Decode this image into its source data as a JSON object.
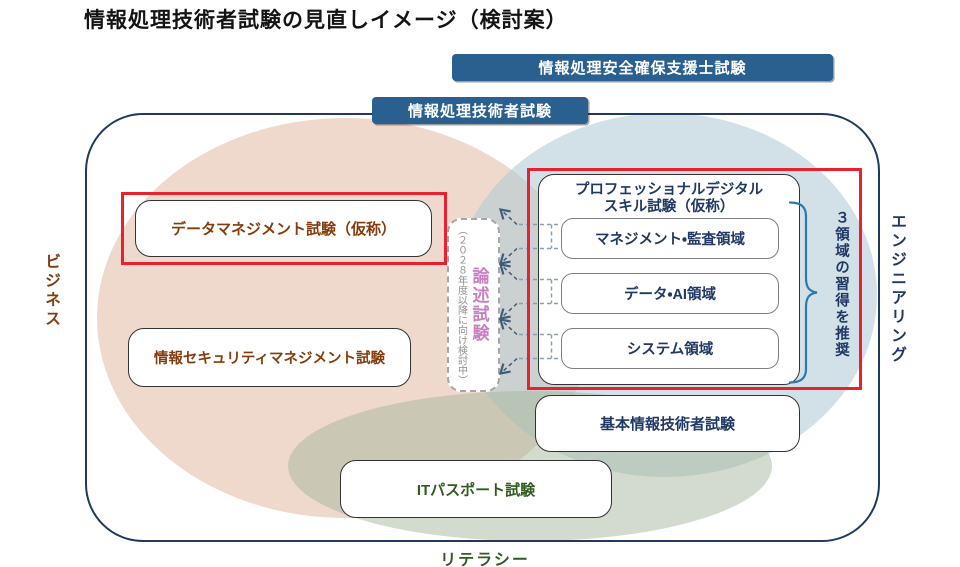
{
  "title": "情報処理技術者試験の見直しイメージ（検討案）",
  "banners": {
    "shien": "情報処理安全確保支援士試験",
    "gijutsusha": "情報処理技術者試験"
  },
  "axes": {
    "left": "ビジネス",
    "right": "エンジニアリング",
    "bottom": "リテラシー"
  },
  "exams": {
    "data_management": "データマネジメント試験（仮称）",
    "sec_management": "情報セキュリティマネジメント試験",
    "essay": {
      "name": "論述試験",
      "note": "（２０２８年度以降に向け検討中）"
    },
    "professional": {
      "title_line1": "プロフェッショナルデジタル",
      "title_line2": "スキル試験（仮称）",
      "areas": [
        "マネジメント・監査領域",
        "データ・AI領域",
        "システム領域"
      ],
      "brace_note": "３領域の習得を推奨"
    },
    "fe": "基本情報技術者試験",
    "ip": "ITパスポート試験"
  },
  "colors": {
    "accent-red": "#E8212E",
    "banner-blue": "#2A608F",
    "navy": "#1F3864",
    "brown": "#843C0C",
    "green": "#2F5C1F",
    "pink": "#C77FC2",
    "note-gray": "#8F8F8F",
    "outline-dark": "#333333",
    "rect-border": "#1E3A5F",
    "brace-blue": "#2E79AC",
    "arrow-slate": "#8AA0B0",
    "arrow-navy": "#3E5D77",
    "ellipse-business": "#E2BAA2",
    "ellipse-engineering": "#ADC8D6",
    "ellipse-literacy": "#A5B89B"
  }
}
